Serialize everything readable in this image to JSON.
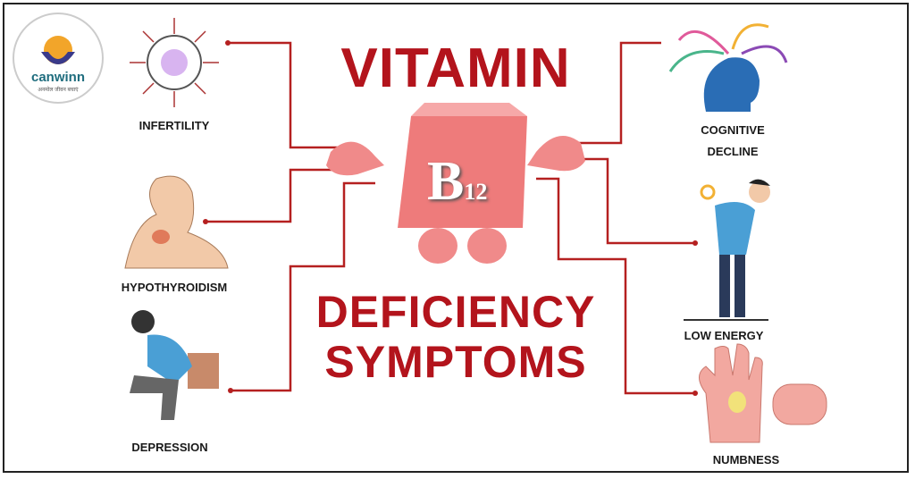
{
  "logo": {
    "name": "canwinn",
    "tagline": "अनमोल जीवन बचाएं"
  },
  "title": {
    "line1": "VITAMIN",
    "line2": "DEFICIENCY",
    "line3": "SYMPTOMS"
  },
  "mascot": {
    "letter": "B",
    "subscript": "12"
  },
  "symptoms": {
    "infertility": "INFERTILITY",
    "hypothyroidism": "HYPOTHYROIDISM",
    "depression": "DEPRESSION",
    "cognitive_line1": "COGNITIVE",
    "cognitive_line2": "DECLINE",
    "low_energy": "LOW ENERGY",
    "numbness": "NUMBNESS"
  },
  "colors": {
    "accent": "#b3141c",
    "mascot": "#f08a8a",
    "line": "#b52020"
  }
}
